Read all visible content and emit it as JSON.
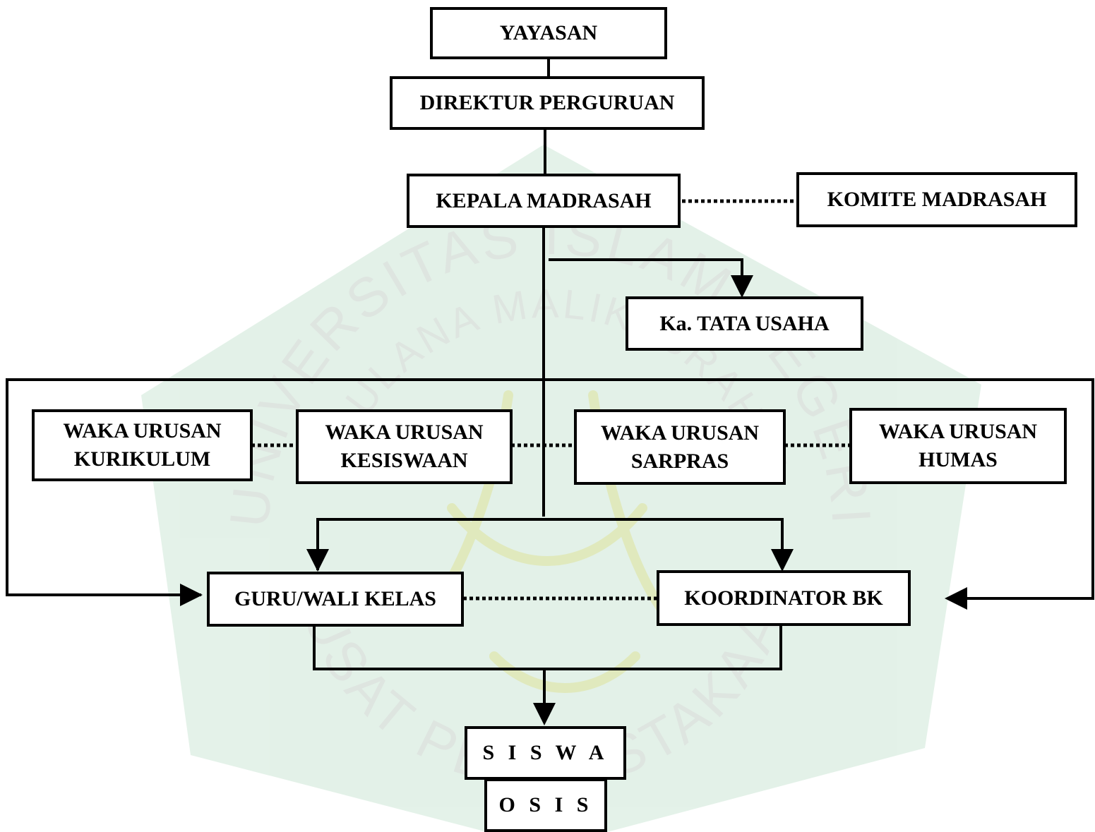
{
  "colors": {
    "line": "#000000",
    "box_border": "#000000",
    "box_fill": "#ffffff",
    "watermark": "#2e9d57"
  },
  "watermark": {
    "top_text": "UNIVERSITAS ISLAM NEGERI",
    "middle_text": "MAULANA MALIK IBRAHIM",
    "bottom_text": "PUSAT PERPUSTAKAAN"
  },
  "nodes": {
    "yayasan": "YAYASAN",
    "direktur": "DIREKTUR PERGURUAN",
    "kepala": "KEPALA MADRASAH",
    "komite": "KOMITE MADRASAH",
    "tata_usaha": "Ka. TATA USAHA",
    "waka_kurikulum": [
      "WAKA URUSAN",
      "KURIKULUM"
    ],
    "waka_kesiswaan": [
      "WAKA URUSAN",
      "KESISWAAN"
    ],
    "waka_sarpras": [
      "WAKA URUSAN",
      "SARPRAS"
    ],
    "waka_humas": [
      "WAKA URUSAN",
      "HUMAS"
    ],
    "guru": "GURU/WALI KELAS",
    "koordinator_bk": "KOORDINATOR BK",
    "siswa": "S I S W A",
    "osis": "O S I S"
  }
}
